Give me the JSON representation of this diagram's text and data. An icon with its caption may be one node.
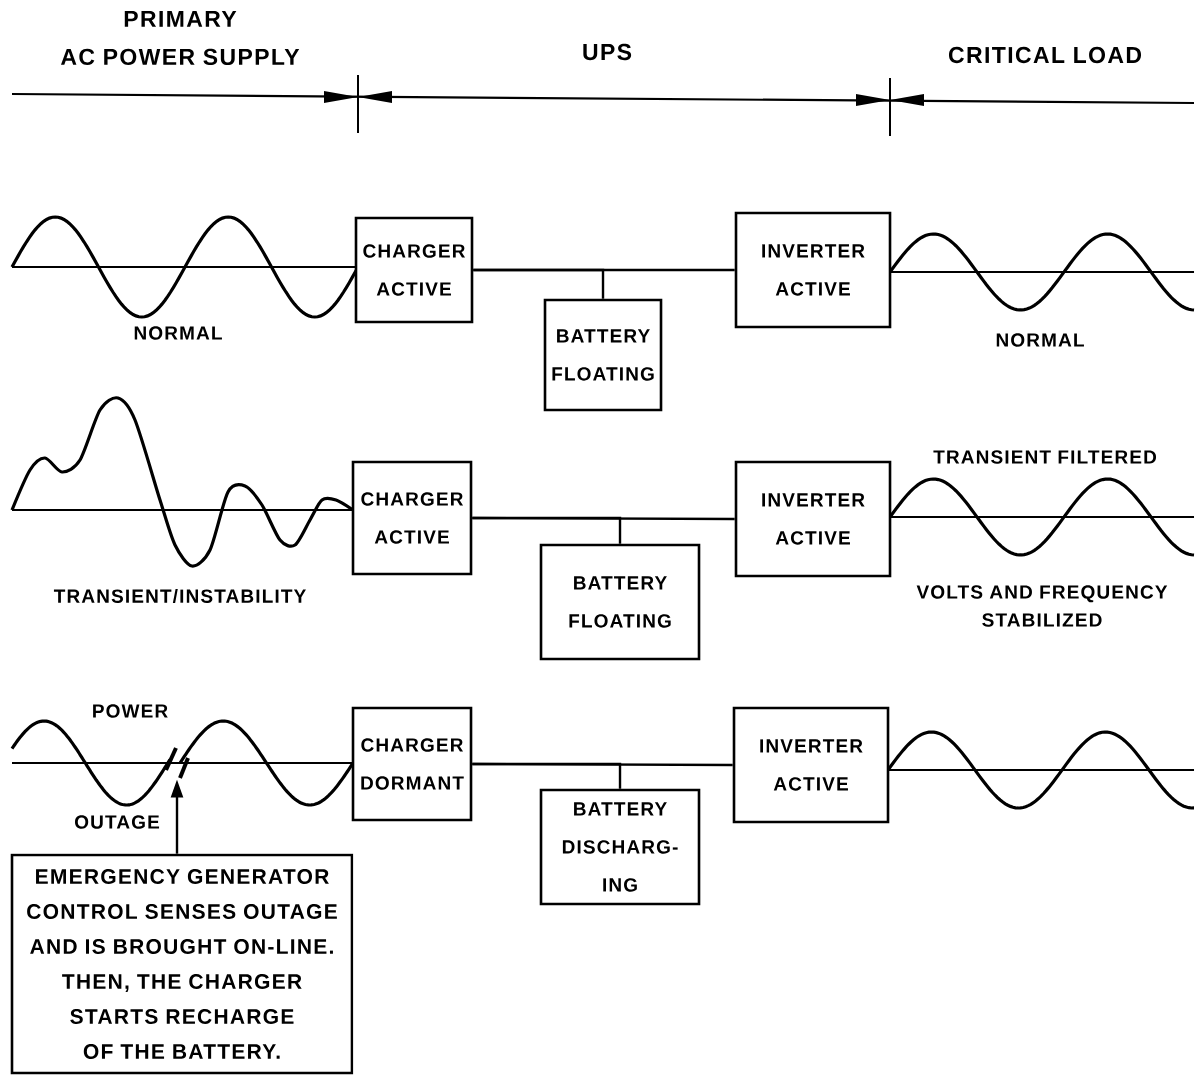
{
  "diagram": {
    "nodes": [
      {
        "text": [
          "CHARGER ACTIVE"
        ]
      },
      {
        "text": [
          "BATTERY FLOATING"
        ]
      },
      {
        "text": [
          "INVERTER ACTIVE"
        ]
      },
      {
        "text": [
          "CHARGER ACTIVE"
        ]
      },
      {
        "text": [
          "BATTERY FLOATING"
        ]
      },
      {
        "text": [
          "INVERTER ACTIVE"
        ]
      },
      {
        "text": [
          "CHARGER DORMANT"
        ]
      },
      {
        "text": [
          "BATTERY DISCHARG- ING"
        ]
      },
      {
        "text": [
          "INVERTER ACTIVE"
        ]
      },
      {
        "text": [
          "EMERGENCY GENERATOR CONTROL SENSES OUTAGE AND IS BROUGHT ON-LINE. THEN, THE CHARGER STARTS RECHARGE OF THE BATTERY."
        ]
      },
      {
        "text": [],
        "shape": "picture"
      }
    ],
    "edges": [
      {
        "from": 0,
        "to": 2,
        "arrow": "none"
      },
      {
        "from": 0,
        "to": 1,
        "arrow": "none"
      },
      {
        "from": 3,
        "to": 5,
        "arrow": "none"
      },
      {
        "from": 3,
        "to": 4,
        "arrow": "none"
      },
      {
        "from": 6,
        "to": 8,
        "arrow": "none"
      },
      {
        "from": 6,
        "to": 7,
        "arrow": "none"
      },
      {
        "from": 9,
        "to": 10,
        "arrow": "to"
      }
    ],
    "labels": [
      "PRIMARY AC POWER SUPPLY",
      "UPS",
      "CRITICAL LOAD",
      "NORMAL",
      "NORMAL",
      "TRANSIENT FILTERED",
      "TRANSIENT/INSTABILITY",
      "VOLTS AND FREQUENCY STABILIZED",
      "POWER",
      "OUTAGE"
    ]
  }
}
